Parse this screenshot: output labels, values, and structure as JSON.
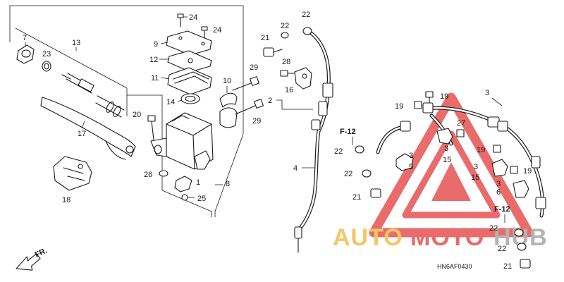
{
  "diagram": {
    "code": "HN6AF0430",
    "direction_label": "FR.",
    "part_numbers": {
      "p1": "1",
      "p2": "2",
      "p3": "3",
      "p4": "4",
      "p5": "5",
      "p6": "6",
      "p7": "7",
      "p8": "8",
      "p9": "9",
      "p10": "10",
      "p11": "11",
      "p12": "12",
      "p13": "13",
      "p14": "14",
      "p15": "15",
      "p16": "16",
      "p17": "17",
      "p18": "18",
      "p19": "19",
      "p20": "20",
      "p21": "21",
      "p22": "22",
      "p23": "23",
      "p24": "24",
      "p25": "25",
      "p26": "26",
      "p27": "27",
      "p28": "28",
      "p29": "29"
    },
    "ref_label": "F-12"
  },
  "watermark": {
    "part1": "AUTO",
    "part2": "MOTO",
    "part3": "HUB",
    "colors": {
      "auto": "#f2b233",
      "moto": "#e23a3a",
      "hub": "#9a9a9a",
      "triangle": "#e23a3a"
    }
  }
}
